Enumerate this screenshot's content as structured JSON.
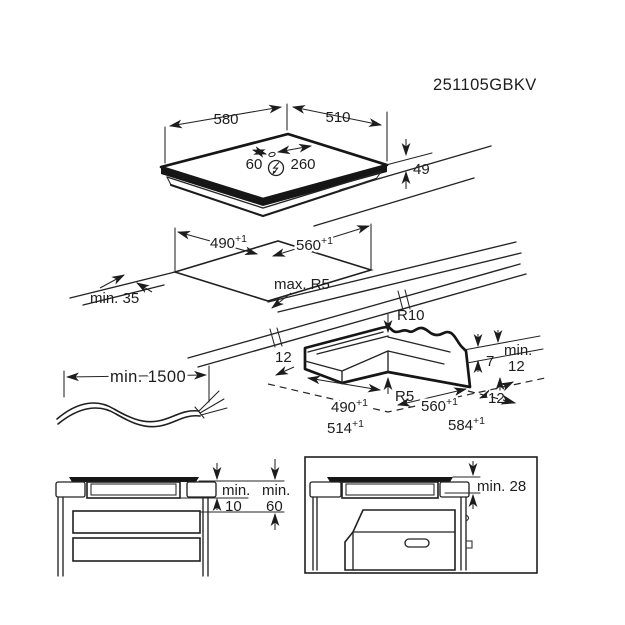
{
  "title": "251105GBKV",
  "icons": {
    "power_connection": "lightning-circle-icon"
  },
  "hob_top_view": {
    "width": "580",
    "depth": "510",
    "cord_offset_small": "60",
    "cord_offset_large": "260",
    "height": "49"
  },
  "worktop_cutout": {
    "cutout_width": "490",
    "cutout_width_sup": "+1",
    "cutout_depth": "560",
    "cutout_depth_sup": "+1",
    "corner_radius": "max. R5",
    "edge_distance": "min. 35"
  },
  "corner_detail": {
    "top_radius": "R10",
    "bottom_radius": "R5",
    "offset_left": "12",
    "lip_height": "7",
    "clearance_label": "min.",
    "clearance_value": "12",
    "offset_right": "12",
    "inner_width": "490",
    "inner_width_sup": "+1",
    "inner_depth": "560",
    "inner_depth_sup": "+1",
    "outer_width": "514",
    "outer_width_sup": "+1",
    "outer_depth": "584",
    "outer_depth_sup": "+1"
  },
  "power_cable": {
    "length": "min. 1500"
  },
  "drawer_section": {
    "gap_label": "min.",
    "gap_value": "10",
    "clearance_label": "min.",
    "clearance_value": "60"
  },
  "oven_section": {
    "clearance": "min. 28"
  }
}
